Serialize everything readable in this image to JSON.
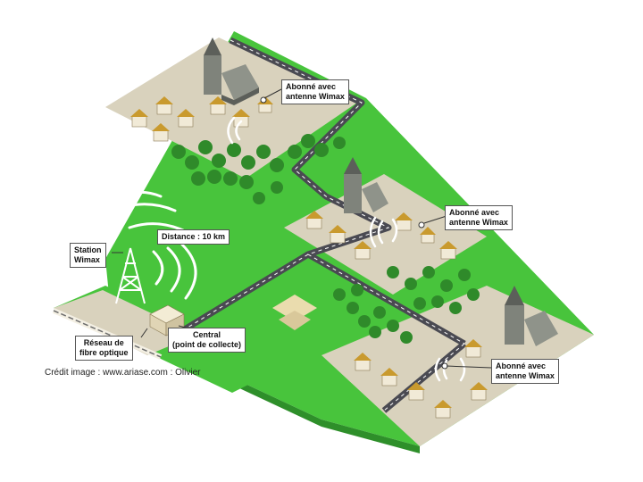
{
  "labels": {
    "subscriber_top": "Abonné avec\nantenne Wimax",
    "subscriber_middle": "Abonné avec\nantenne Wimax",
    "subscriber_bottom": "Abonné avec\nantenne Wimax",
    "station": "Station\nWimax",
    "distance": "Distance : 10 km",
    "fiber": "Réseau de\nfibre optique",
    "central": "Central\n(point de collecte)"
  },
  "credit": "Crédit image : www.ariase.com : Olivier",
  "colors": {
    "grass": "#48c43c",
    "grass_dark": "#2e8f2a",
    "pavement": "#d9d2bd",
    "road": "#4a4a52",
    "tree": "#2f8a2a",
    "wall": "#f1ead7",
    "roof": "#c99a2e"
  }
}
